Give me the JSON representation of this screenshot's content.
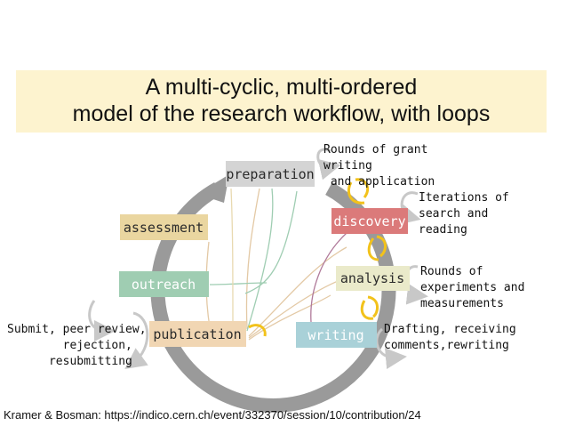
{
  "title": {
    "line1": "A multi-cyclic, multi-ordered",
    "line2": "model of the research workflow, with loops"
  },
  "nodes": {
    "preparation": {
      "label": "preparation",
      "color": "#d4d4d4"
    },
    "discovery": {
      "label": "discovery",
      "color": "#db7a7a"
    },
    "analysis": {
      "label": "analysis",
      "color": "#eaeaca"
    },
    "writing": {
      "label": "writing",
      "color": "#a9d1d8"
    },
    "publication": {
      "label": "publication",
      "color": "#f1d6b3"
    },
    "outreach": {
      "label": "outreach",
      "color": "#9fcdb2"
    },
    "assessment": {
      "label": "assessment",
      "color": "#ead6a0"
    }
  },
  "notes": {
    "grant": "Rounds of grant\nwriting\n and application",
    "search": "Iterations of\nsearch and\nreading",
    "experiments": "Rounds of\nexperiments and\nmeasurements",
    "drafting": "Drafting, receiving\ncomments,rewriting",
    "review": "Submit, peer review,\n        rejection,\n      resubmitting"
  },
  "colors": {
    "cycle": "#9a9a9a",
    "loop_yellow": "#f2c21b",
    "loop_grey": "#c8c8c8",
    "title_band": "#fdf3cf"
  },
  "footer": "Kramer & Bosman: https://indico.cern.ch/event/332370/session/10/contribution/24"
}
